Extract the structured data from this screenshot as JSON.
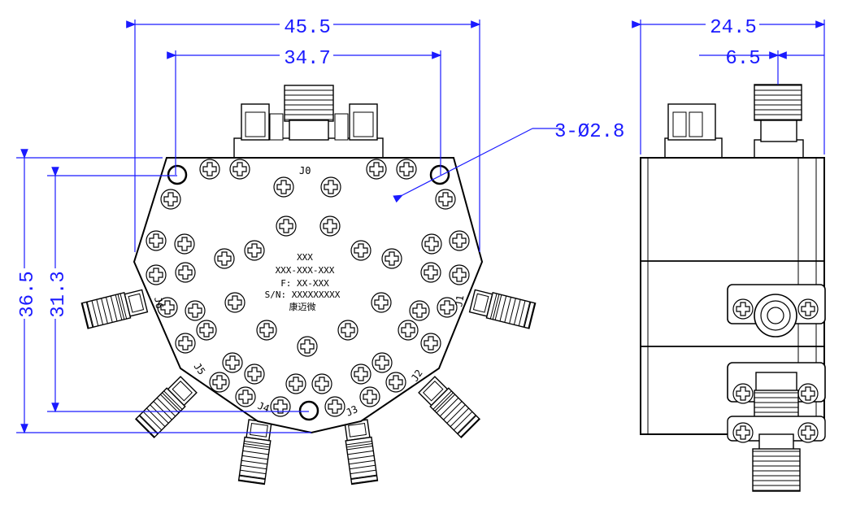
{
  "front_view": {
    "dimensions": {
      "width_overall": "45.5",
      "width_holes": "34.7",
      "height_overall": "36.5",
      "height_holes": "31.3",
      "holes": "3-Ø2.8"
    },
    "ports": {
      "j0": "J0",
      "j1": "J1",
      "j2": "J2",
      "j3": "J3",
      "j4": "J4",
      "j5": "J5",
      "j6": "J6"
    },
    "marking": {
      "line1": "XXX",
      "line2": "XXX-XXX-XXX",
      "line3": "F: XX-XXX",
      "line4": "S/N: XXXXXXXXX",
      "line5": "康迈微"
    }
  },
  "side_view": {
    "dimensions": {
      "depth_overall": "24.5",
      "connector_offset": "6.5"
    }
  },
  "colors": {
    "dimension": "#1a1aff",
    "outline": "#000000"
  }
}
